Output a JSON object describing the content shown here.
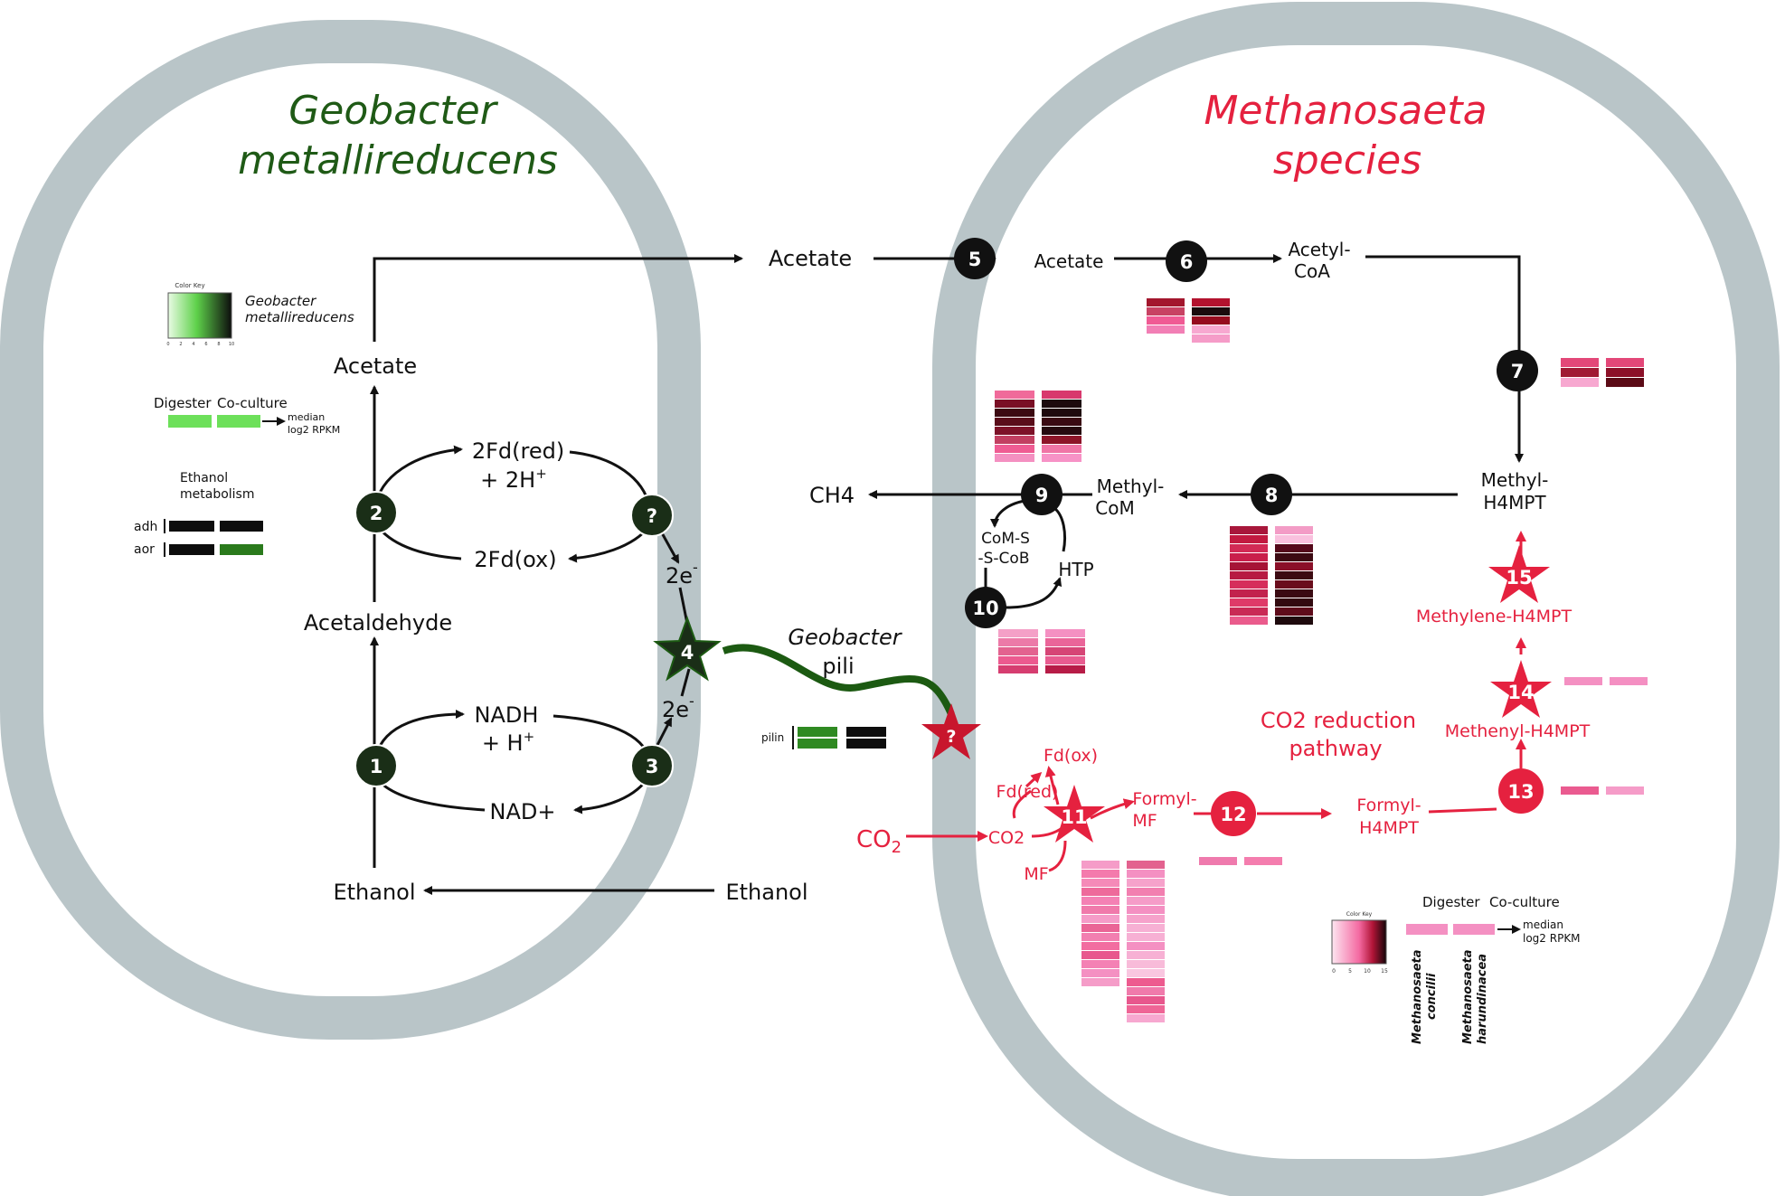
{
  "titles": {
    "geobacter_line1": "Geobacter",
    "geobacter_line2": "metallireducens",
    "methanosaeta_line1": "Methanosaeta",
    "methanosaeta_line2": "species"
  },
  "colors": {
    "cell_membrane": "#b9c5c8",
    "geobacter_green": "#1f5a16",
    "geobacter_node": "#1a2e17",
    "methano_red": "#e5213f",
    "node_black": "#111111",
    "pili_green": "#1c5a12"
  },
  "geobacter": {
    "acetate": "Acetate",
    "acetaldehyde": "Acetaldehyde",
    "ethanol": "Ethanol",
    "fd_red": "2Fd(red)",
    "fd_h": "+ 2H",
    "fd_h_sup": "+",
    "fd_ox": "2Fd(ox)",
    "nadh": "NADH",
    "nadh_h": "+ H",
    "nadh_h_sup": "+",
    "nad": "NAD+",
    "electrons_top": "2e",
    "electrons_bottom": "2e",
    "electron_sup": "-",
    "pili_line1": "Geobacter",
    "pili_line2": "pili",
    "nodes": [
      "1",
      "2",
      "3",
      "?",
      "4"
    ]
  },
  "shared": {
    "acetate": "Acetate",
    "ethanol": "Ethanol",
    "co2": "CO",
    "co2_sub": "2"
  },
  "methanosaeta": {
    "acetate": "Acetate",
    "acetyl_coa_1": "Acetyl-",
    "acetyl_coa_2": "CoA",
    "methyl_h4mpt_1": "Methyl-",
    "methyl_h4mpt_2": "H4MPT",
    "methyl_com_1": "Methyl-",
    "methyl_com_2": "CoM",
    "ch4": "CH4",
    "coms_1": "CoM-S",
    "coms_2": "-S-CoB",
    "htp": "HTP",
    "methylene": "Methylene-H4MPT",
    "methenyl": "Methenyl-H4MPT",
    "formyl_h4mpt_1": "Formyl-",
    "formyl_h4mpt_2": "H4MPT",
    "formyl_mf_1": "Formyl-",
    "formyl_mf_2": "MF",
    "fd_ox": "Fd(ox)",
    "fd_red": "Fd(red)",
    "co2": "CO2",
    "mf": "MF",
    "pathway_1": "CO2 reduction",
    "pathway_2": "pathway",
    "nodes": [
      "5",
      "6",
      "7",
      "8",
      "9",
      "10",
      "11",
      "12",
      "13",
      "14",
      "15",
      "?"
    ]
  },
  "legend_geobacter": {
    "color_key": "Color Key",
    "organism_1": "Geobacter",
    "organism_2": "metallireducens",
    "digester": "Digester",
    "coculture": "Co-culture",
    "median_1": "median",
    "median_2": "log2 RPKM",
    "ethanol_1": "Ethanol",
    "ethanol_2": "metabolism",
    "adh": "adh",
    "aor": "aor",
    "pilin": "pilin"
  },
  "legend_methano": {
    "color_key": "Color Key",
    "digester": "Digester",
    "coculture": "Co-culture",
    "median_1": "median",
    "median_2": "log2 RPKM",
    "organism_1a": "Methanosaeta",
    "organism_1b": "concilii",
    "organism_2a": "Methanosaeta",
    "organism_2b": "harundinacea",
    "scale_ticks": [
      "0",
      "5",
      "10",
      "15"
    ]
  },
  "geobacter_key_ticks": [
    "0",
    "2",
    "4",
    "6",
    "8",
    "10"
  ],
  "heatmaps": [
    {
      "id": "acetyl-coa",
      "cols": [
        [
          "#a3162d",
          "#c84263",
          "#f05a94",
          "#f27fb5"
        ],
        [
          "#b3122e",
          "#1a0b0d",
          "#960b1e",
          "#f7a8d0",
          "#f59cc8"
        ]
      ]
    },
    {
      "id": "step7",
      "cols": [
        [
          "#e34778",
          "#a01a34",
          "#f7a8d0"
        ],
        [
          "#e34778",
          "#8c1028",
          "#5b0b16"
        ]
      ]
    },
    {
      "id": "step9-top",
      "cols": [
        [
          "#f06a9a",
          "#7a0f25",
          "#3c0a12",
          "#5a0d1a",
          "#7d1228",
          "#c23f61",
          "#ef5c93",
          "#f490c1"
        ],
        [
          "#d8386d",
          "#1c0a0d",
          "#1e0a0d",
          "#3a0a12",
          "#260a0f",
          "#8d1428",
          "#f075a6",
          "#f792c6"
        ]
      ]
    },
    {
      "id": "step8",
      "cols": [
        [
          "#a8173b",
          "#c21a40",
          "#d22a55",
          "#c91f4b",
          "#a61436",
          "#b71a42",
          "#d62e5b",
          "#c2224d",
          "#df3a68",
          "#c92a55",
          "#ea5b8c"
        ],
        [
          "#f39cc6",
          "#f9c1de",
          "#54091a",
          "#3c0a12",
          "#8a1028",
          "#3c0a12",
          "#6a0d1c",
          "#3a0a12",
          "#320a10",
          "#5e0b1a",
          "#1e0a0d"
        ]
      ]
    },
    {
      "id": "step10",
      "cols": [
        [
          "#f4a0c7",
          "#ec7aa8",
          "#e3628f",
          "#ec5a8f",
          "#d63d70"
        ],
        [
          "#f490c2",
          "#ea6599",
          "#d64576",
          "#e85c90",
          "#b71c47"
        ]
      ]
    },
    {
      "id": "step14",
      "cols": [
        [
          "#f490c2"
        ],
        [
          "#f48fc2"
        ]
      ]
    },
    {
      "id": "step13",
      "cols": [
        [
          "#ea5b90"
        ],
        [
          "#f59cc8"
        ]
      ]
    },
    {
      "id": "step12",
      "cols": [
        [
          "#ef7aad"
        ],
        [
          "#f47dae"
        ]
      ]
    },
    {
      "id": "step11",
      "cols": [
        [
          "#f59cc8",
          "#f47aac",
          "#f58ab8",
          "#ee6a9b",
          "#f481b4",
          "#f07aab",
          "#f59cc8",
          "#ea6596",
          "#f27fb0",
          "#f26da0",
          "#e8578d",
          "#f481b4",
          "#f490c2",
          "#f59cc8"
        ],
        [
          "#e3628f",
          "#f490c2",
          "#f6a2cb",
          "#f27fb0",
          "#f59cc8",
          "#f490c2",
          "#f6a2cb",
          "#f7b0d4",
          "#f7b0d4",
          "#f490c2",
          "#f7b0d4",
          "#f8bbd9",
          "#f9c6e0",
          "#ed5b8f",
          "#f07aab",
          "#e8578d",
          "#ef6596",
          "#f7a8d0"
        ]
      ]
    }
  ]
}
